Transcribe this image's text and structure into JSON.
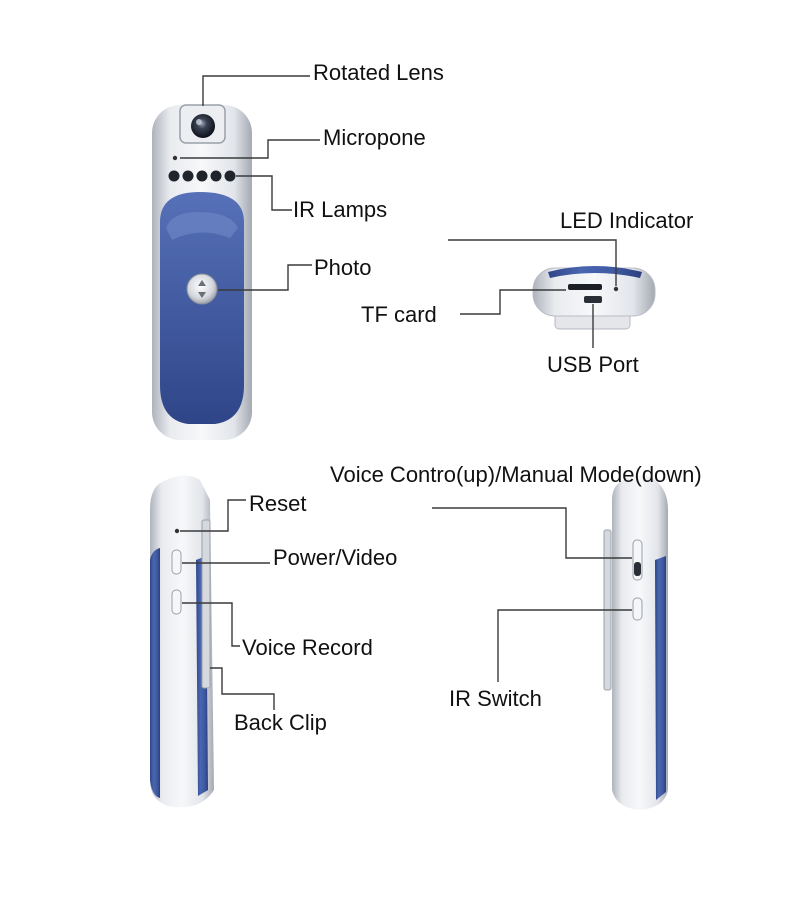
{
  "labels": {
    "rotated_lens": "Rotated Lens",
    "microphone": "Micropone",
    "ir_lamps": "IR Lamps",
    "photo": "Photo",
    "led_indicator": "LED Indicator",
    "tf_card": "TF card",
    "usb_port": "USB Port",
    "voice_control": "Voice Contro(up)/Manual Mode(down)",
    "reset": "Reset",
    "power_video": "Power/Video",
    "voice_record": "Voice Record",
    "back_clip": "Back Clip",
    "ir_switch": "IR Switch"
  },
  "colors": {
    "body_blue": "#3e5aa3",
    "blue_dark": "#2c4180",
    "silver": "#d9dce2",
    "silver_light": "#f4f5f7",
    "line": "#3a3a3a",
    "text": "#111111"
  }
}
